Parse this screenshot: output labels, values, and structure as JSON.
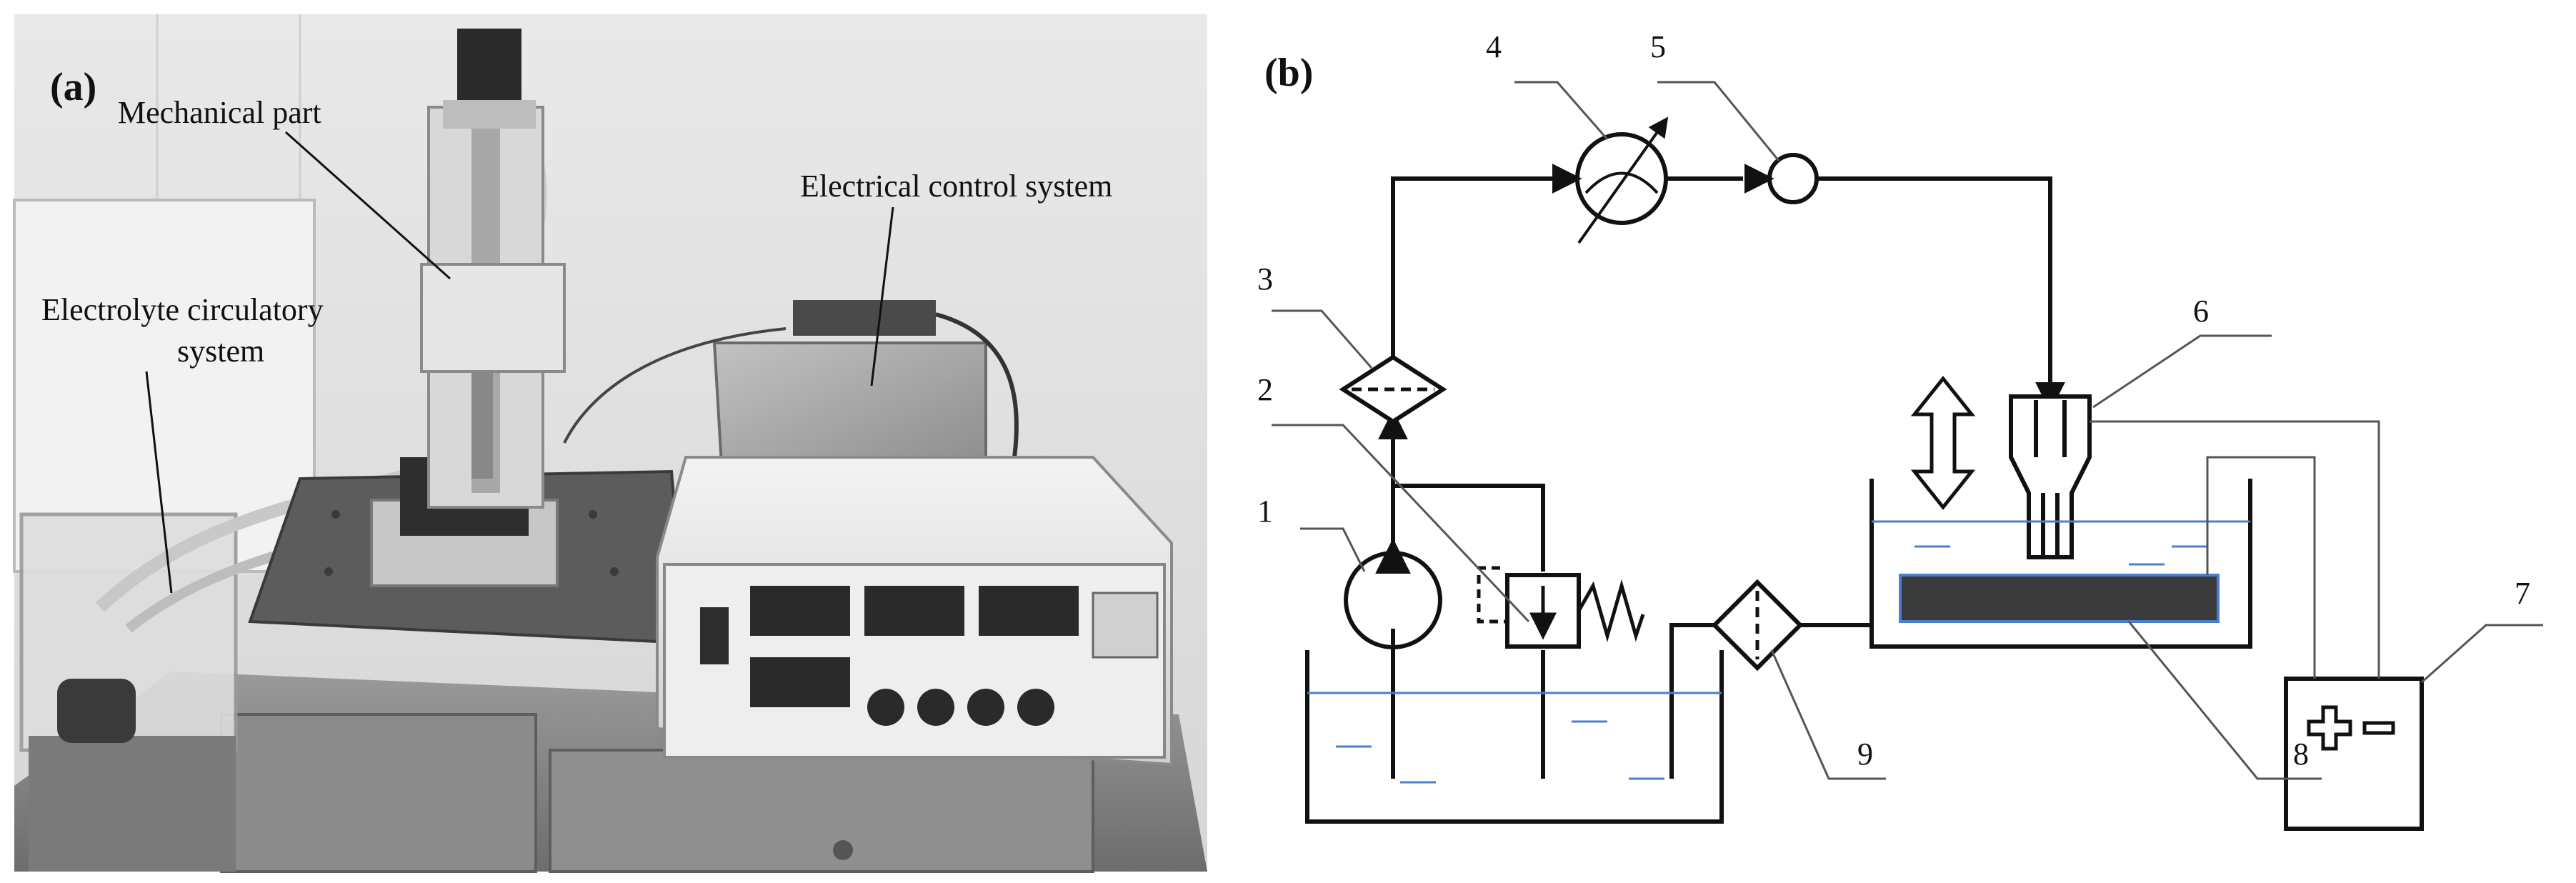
{
  "panel_a": {
    "tag": "(a)",
    "callouts": {
      "mechanical": "Mechanical part",
      "electrical": "Electrical control system",
      "electrolyte_line1": "Electrolyte circulatory",
      "electrolyte_line2": "system"
    }
  },
  "panel_b": {
    "tag": "(b)",
    "numbers": {
      "n1": "1",
      "n2": "2",
      "n3": "3",
      "n4": "4",
      "n5": "5",
      "n6": "6",
      "n7": "7",
      "n8": "8",
      "n9": "9"
    },
    "colors": {
      "line": "#111111",
      "electrolyte_surface": "#4a7fd0",
      "workpiece": "#3a3a3a"
    }
  }
}
